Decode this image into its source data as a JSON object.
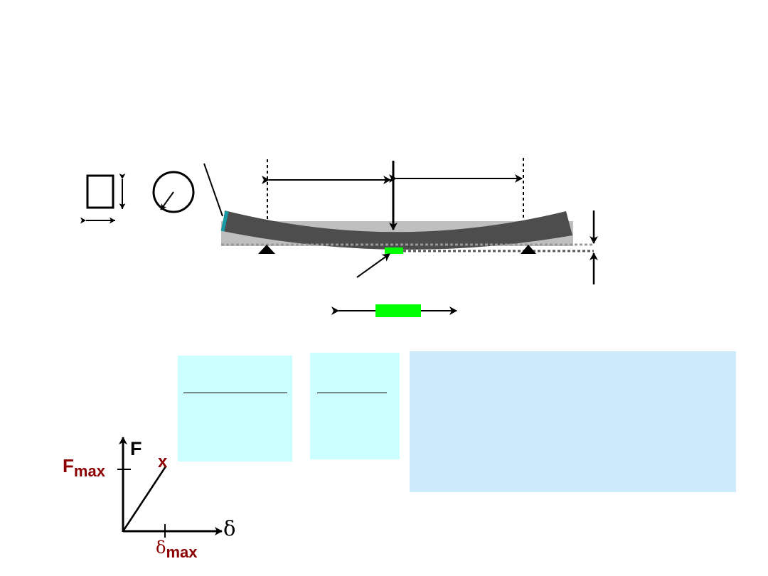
{
  "colors": {
    "beam_deformed": "#4d4d4d",
    "beam_original": "#bfbfbf",
    "strain_gauge": "#00ff00",
    "edge_highlight": "#179aa3",
    "panel_cyan": "#ccffff",
    "panel_blue": "#cdeafc",
    "accent_red": "#8b0000"
  },
  "icons": {
    "rect_section": "rectangular-cross-section-icon",
    "circ_section": "circular-cross-section-icon"
  },
  "graph": {
    "y_axis_label": "F",
    "x_axis_label": "δ",
    "fmax_base": "F",
    "fmax_sub": "max",
    "dmax_base": "δ",
    "dmax_sub": "max",
    "failure_mark": "x"
  }
}
